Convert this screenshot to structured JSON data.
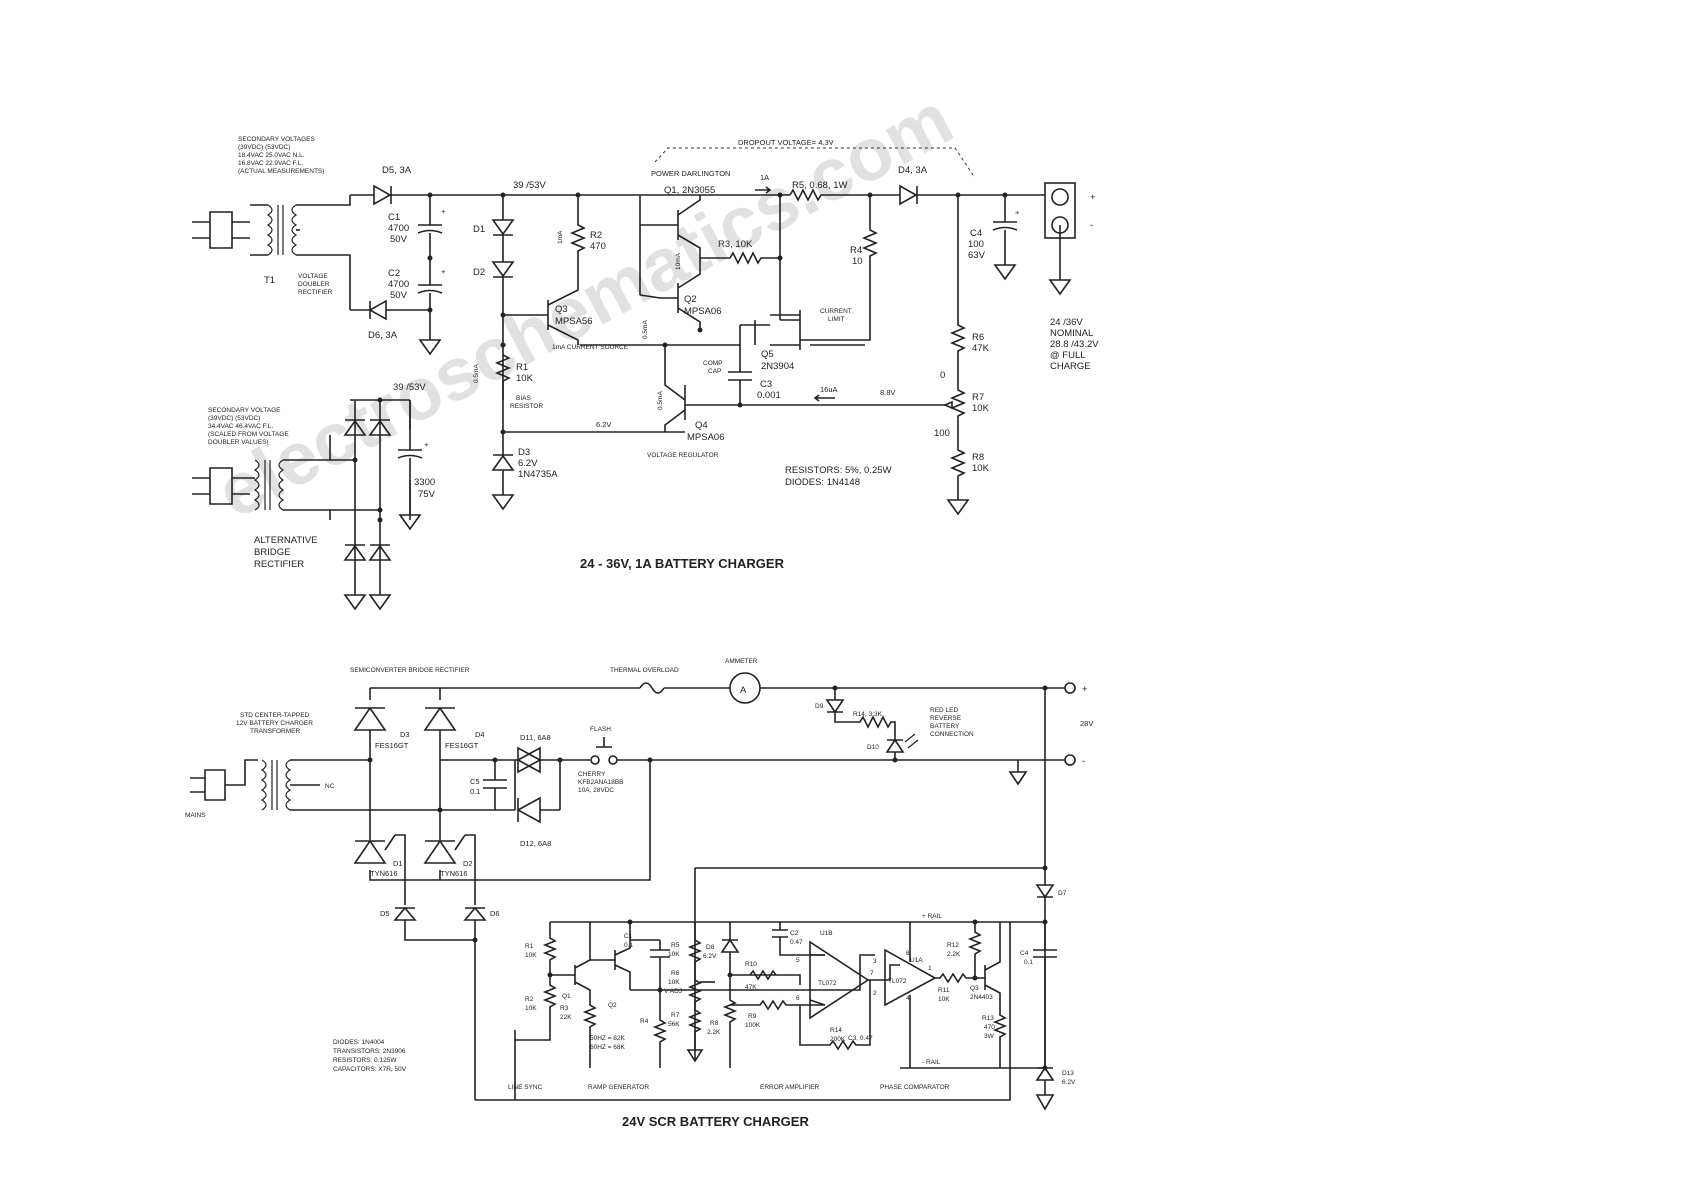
{
  "watermark": "electroschematics.com",
  "charger1": {
    "title": "24 - 36V, 1A BATTERY CHARGER",
    "notes": {
      "secondary_header": "SECONDARY VOLTAGES",
      "secondary_lines": [
        "(39VDC)          (53VDC)",
        "18.4VAC        25.0VAC N.L.",
        "16.8VAC        22.9VAC F.L.",
        "(ACTUAL MEASUREMENTS)"
      ],
      "alt_header": "SECONDARY VOLTAGE",
      "alt_lines": [
        "(39VDC)       (53VDC)",
        "34.4VAC      46.4VAC F.L.",
        "(SCALED FROM VOLTAGE",
        "DOUBLER VALUES)"
      ],
      "resistors": "RESISTORS:   5%, 0.25W",
      "diodes": "DIODES:         1N4148"
    },
    "labels": {
      "dropout": "DROPOUT VOLTAGE= 4.3V",
      "d5": "D5, 3A",
      "d6": "D6, 3A",
      "t1": "T1",
      "c1": "C1",
      "c1v": "4700",
      "c1r": "50V",
      "c2": "C2",
      "c2v": "4700",
      "c2r": "50V",
      "vdr": "VOLTAGE DOUBLER RECTIFIER",
      "rail": "39 /53V",
      "rail2": "39 /53V",
      "d1": "D1",
      "d2": "D2",
      "r2": "R2",
      "r2v": "470",
      "i1": "1mA",
      "power_darl": "POWER DARLINGTON",
      "q1": "Q1, 2N3055",
      "i_out": "1A",
      "r5": "R5, 0.68, 1W",
      "d4": "D4, 3A",
      "r3": "R3, 10K",
      "i2": "10mA",
      "r4": "R4",
      "r4v": "10",
      "q2": "Q2",
      "q2p": "MPSA06",
      "q3": "Q3",
      "q3p": "MPSA56",
      "i3": "0.5mA",
      "ccs": "1mA CURRENT SOURCE",
      "current_limit": "CURRENT LIMIT",
      "q5": "Q5",
      "q5p": "2N3904",
      "c4": "C4",
      "c4v": "100",
      "c4r": "63V",
      "r1": "R1",
      "r1v": "10K",
      "i4": "0.5mA",
      "bias": "BIAS RESISTOR",
      "comp": "COMP CAP",
      "c3": "C3",
      "c3v": "0.001",
      "i5": "0.5mA",
      "i6": "16uA",
      "v88": "8.8V",
      "r6": "R6",
      "r6v": "47K",
      "zero": "0",
      "hundred": "100",
      "r7": "R7",
      "r7v": "10K",
      "r8": "R8",
      "r8v": "10K",
      "v62": "6.2V",
      "q4": "Q4",
      "q4p": "MPSA06",
      "vreg": "VOLTAGE REGULATOR",
      "d3": "D3",
      "d3v": "6.2V",
      "d3p": "1N4735A",
      "c5": "3300",
      "c5r": "75V",
      "alt_bridge": "ALTERNATIVE BRIDGE RECTIFIER",
      "plus": "+",
      "minus": "-",
      "nominal": [
        "24 /36V",
        "NOMINAL",
        "28.8 /43.2V",
        "@ FULL",
        "CHARGE"
      ]
    }
  },
  "charger2": {
    "title": "24V SCR BATTERY CHARGER",
    "notes": {
      "diodes": "DIODES:          1N4004",
      "transistors": "TRANSISTORS:  2N3906",
      "resistors": "RESISTORS:     0.125W",
      "capacitors": "CAPACITORS:   X7R, 50V"
    },
    "labels": {
      "semiconv": "SEMICONVERTER BRIDGE RECTIFIER",
      "thermal": "THERMAL OVERLOAD",
      "ammeter": "AMMETER",
      "ammeter_sym": "A",
      "xfmr": [
        "STD CENTER-TAPPED",
        "12V BATTERY CHARGER",
        "TRANSFORMER"
      ],
      "d3": "D3",
      "d3p": "FES16GT",
      "d4": "D4",
      "d4p": "FES16GT",
      "d11": "D11, 6A8",
      "d12": "D12, 6A8",
      "flash": "FLASH",
      "cherry": [
        "CHERRY",
        "KFB2ANA18BB",
        "10A, 28VDC"
      ],
      "c5": "C5",
      "c5v": "0.1",
      "nc": "NC",
      "mains": "MAINS",
      "d9": "D9",
      "r14": "R14, 3.3K",
      "d10": "D10",
      "led": [
        "RED LED",
        "REVERSE",
        "BATTERY",
        "CONNECTION"
      ],
      "v28": "28V",
      "plus": "+",
      "minus": "-",
      "d1": "D1",
      "d1p": "TYN616",
      "d2": "D2",
      "d2p": "TYN616",
      "d5": "D5",
      "d6": "D6",
      "d7": "D7",
      "r1": "R1",
      "r1v": "10K",
      "r2": "R2",
      "r2v": "10K",
      "q1": "Q1",
      "r3": "R3",
      "r3v": "22K",
      "q2": "Q2",
      "c1": "C1",
      "c1v": "0.1",
      "r4": "R4",
      "r4a": "50HZ = 82K",
      "r4b": "60HZ = 68K",
      "r5": "R5",
      "r5v": "10K",
      "r6": "R6",
      "r6v": "10K",
      "r6n": "V ADJ",
      "r7": "R7",
      "r7v": "56K",
      "d8": "D8",
      "d8v": "6.2V",
      "r8": "R8",
      "r8v": "2.2K",
      "c2": "C2",
      "c2v": "0.47",
      "r10": "R10",
      "r10v": "47K",
      "r9": "R9",
      "r9v": "100K",
      "u1b": "U1B",
      "tl072": "TL072",
      "tl072b": "TL072",
      "u1a": "U1A",
      "r14b": "R14",
      "r14bv": "200K",
      "c3": "C3, 0.47",
      "r12": "R12",
      "r12v": "2.2K",
      "r11": "R11",
      "r11v": "10K",
      "q3": "Q3",
      "q3p": "2N4403",
      "r13": "R13",
      "r13v": "470",
      "r13w": "3W",
      "c4": "C4",
      "c4v": "0.1",
      "d13": "D13",
      "d13v": "6.2V",
      "prail": "+ RAIL",
      "nrail": "- RAIL",
      "p5": "5",
      "p6": "6",
      "p7": "7",
      "p3": "3",
      "p2": "2",
      "p1": "1",
      "p4": "4",
      "p8": "8",
      "line_sync": "LINE SYNC",
      "ramp": "RAMP GENERATOR",
      "error": "ERROR AMPLIFIER",
      "phase": "PHASE COMPARATOR"
    }
  }
}
